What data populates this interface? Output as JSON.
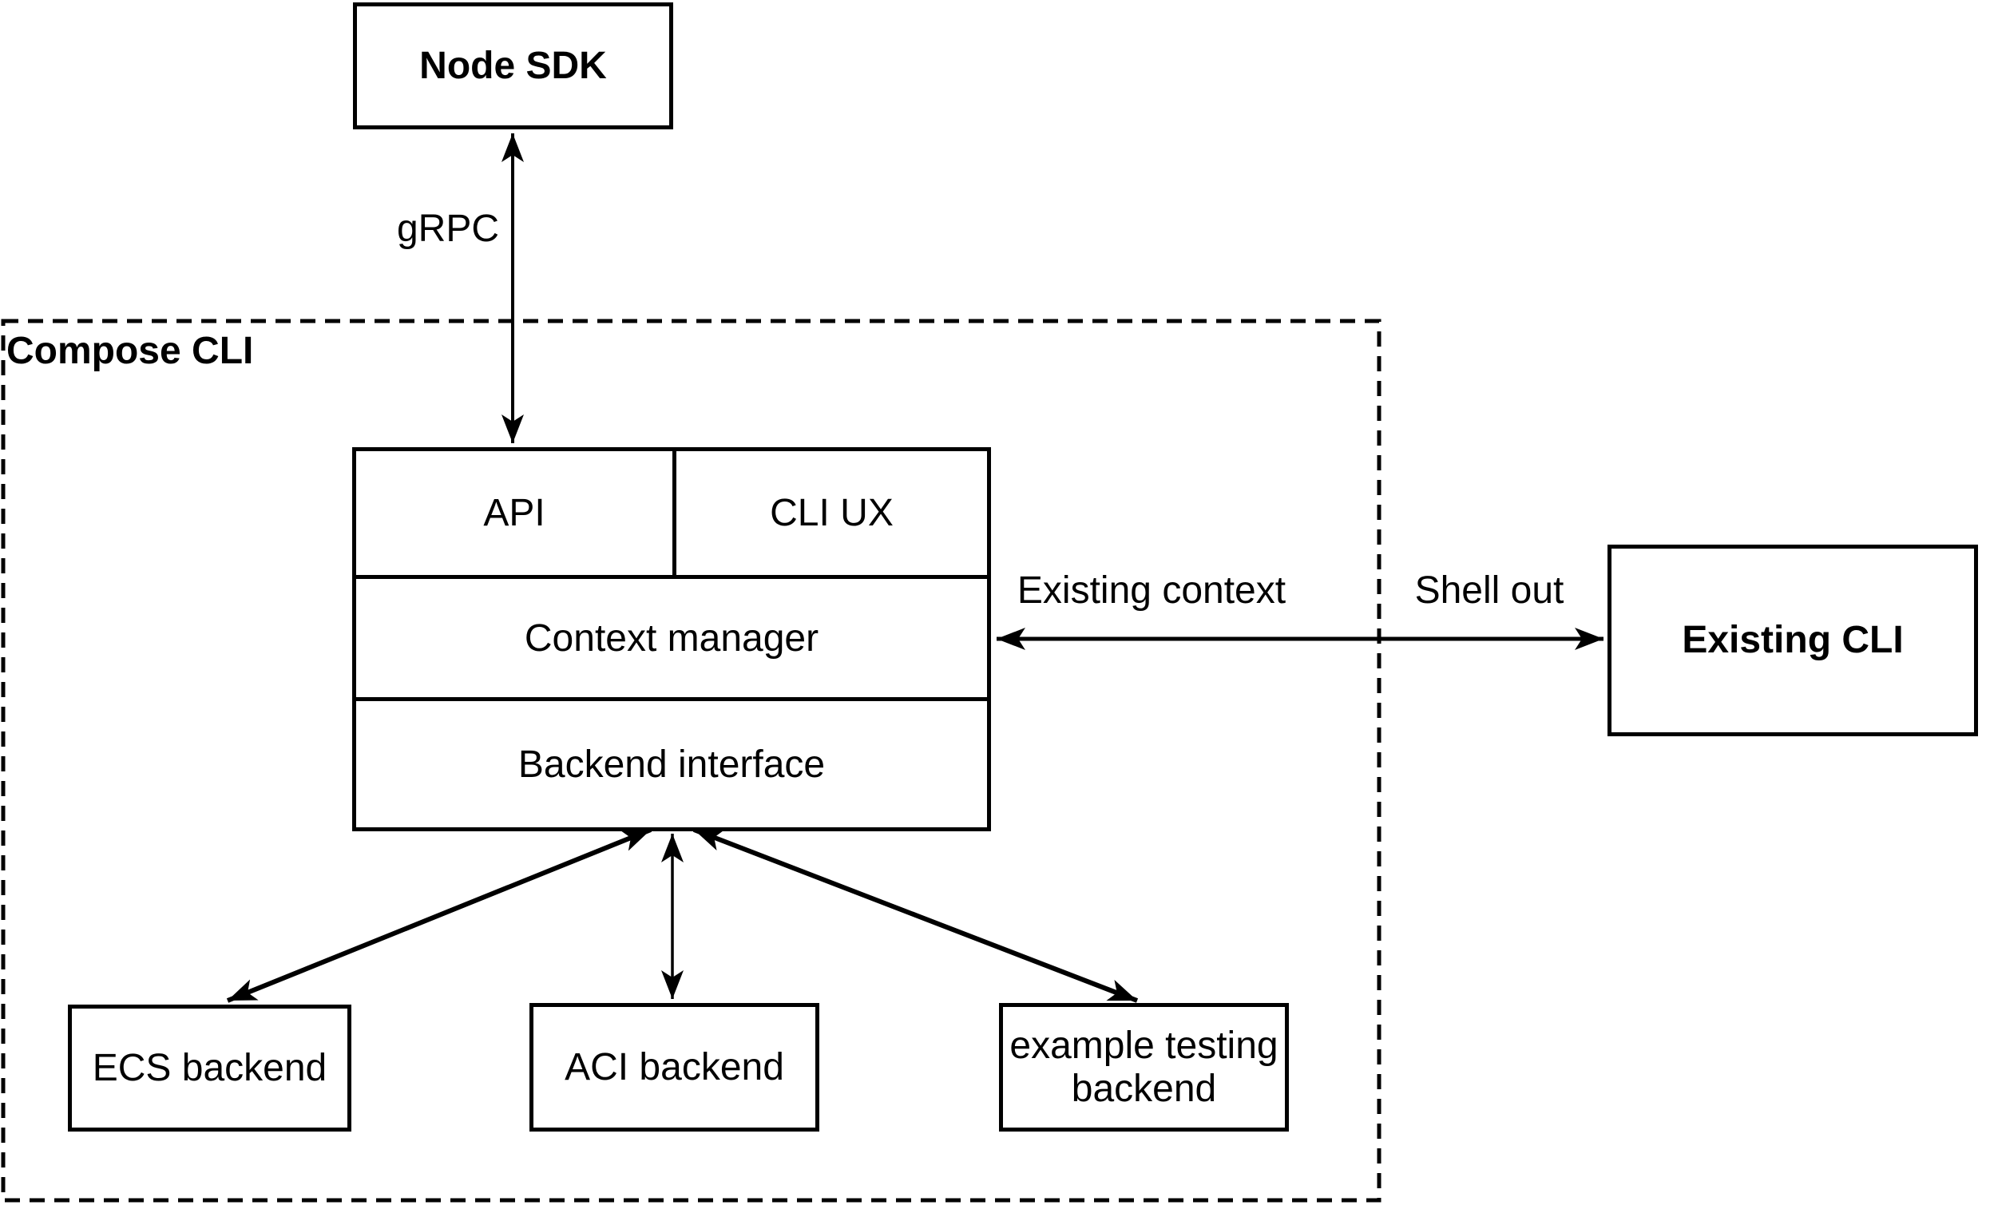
{
  "diagram": {
    "background_color": "#ffffff",
    "line_color": "#000000",
    "container": {
      "label": "Compose CLI"
    },
    "nodes": {
      "node_sdk": {
        "label": "Node SDK"
      },
      "api": {
        "label": "API"
      },
      "cli_ux": {
        "label": "CLI UX"
      },
      "context_manager": {
        "label": "Context manager"
      },
      "backend_interface": {
        "label": "Backend interface"
      },
      "existing_cli": {
        "label": "Existing CLI"
      },
      "ecs_backend": {
        "label": "ECS backend"
      },
      "aci_backend": {
        "label": "ACI backend"
      },
      "example_testing_backend": {
        "label": "example testing backend"
      }
    },
    "edges": {
      "grpc": {
        "label": "gRPC",
        "style": "double-arrow"
      },
      "existing_context": {
        "label": "Existing context",
        "style": "double-arrow"
      },
      "shell_out": {
        "label": "Shell out",
        "style": "double-arrow"
      },
      "backend_to_ecs": {
        "label": "",
        "style": "double-arrow"
      },
      "backend_to_aci": {
        "label": "",
        "style": "double-arrow"
      },
      "backend_to_example": {
        "label": "",
        "style": "double-arrow"
      }
    }
  }
}
